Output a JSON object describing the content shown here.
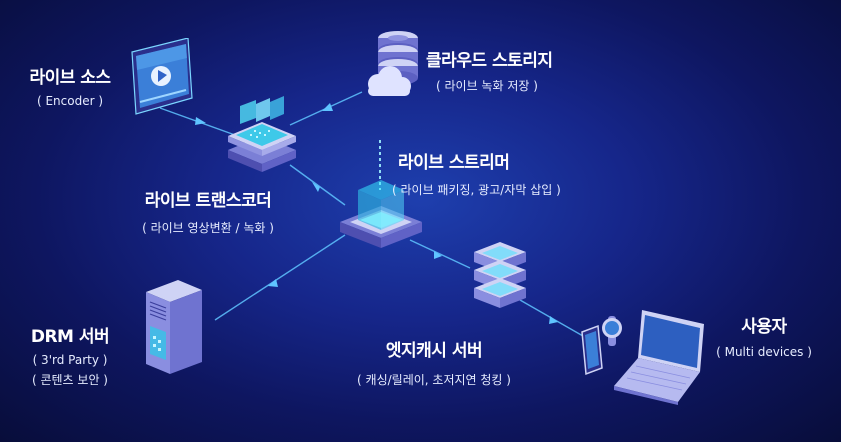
{
  "nodes": {
    "live_source": {
      "title": "라이브 소스",
      "sub": [
        "( Encoder )"
      ]
    },
    "cloud_storage": {
      "title": "클라우드 스토리지",
      "sub": [
        "( 라이브 녹화 저장 )"
      ]
    },
    "live_streamer": {
      "title": "라이브 스트리머",
      "sub": [
        "( 라이브 패키징, 광고/자막 삽입 )"
      ]
    },
    "live_transcoder": {
      "title": "라이브 트랜스코더",
      "sub": [
        "( 라이브 영상변환 / 녹화 )"
      ]
    },
    "drm_server": {
      "title": "DRM 서버",
      "sub": [
        "(  3'rd Party  )",
        "( 콘텐츠 보안 )"
      ]
    },
    "edge_cache": {
      "title": "엣지캐시 서버",
      "sub": [
        "( 캐싱/릴레이, 초저지연 청킹 )"
      ]
    },
    "user": {
      "title": "사용자",
      "sub": [
        "( Multi devices )"
      ]
    }
  },
  "colors": {
    "background": "#142a8f",
    "link": "#5fc4ff",
    "device_top": "#cfd3f5",
    "device_side": "#7b7fd6",
    "glow": "#36e6ff"
  },
  "icons": {
    "live_source": "video-player-icon",
    "cloud_storage": "database-cloud-icon",
    "live_transcoder": "transcoder-device-icon",
    "live_streamer": "streamer-hub-icon",
    "drm_server": "server-tower-icon",
    "edge_cache": "server-stack-icon",
    "user": "devices-icon"
  }
}
